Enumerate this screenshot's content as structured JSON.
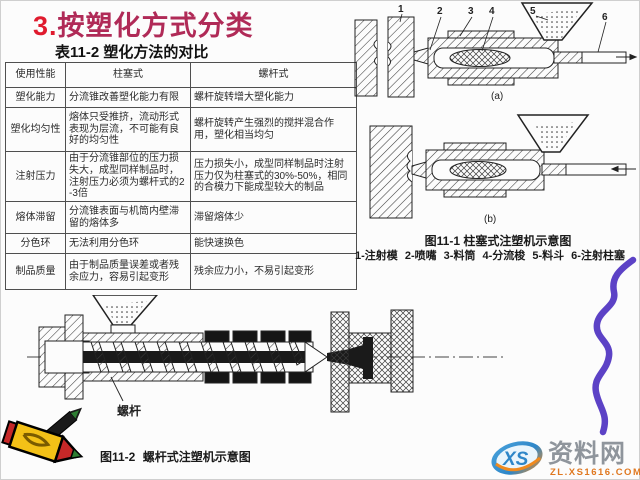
{
  "title": {
    "number": "3.",
    "text": "按塑化方式分类"
  },
  "table": {
    "caption": "表11-2 塑化方法的对比",
    "headers": [
      "使用性能",
      "柱塞式",
      "螺杆式"
    ],
    "rows": [
      [
        "塑化能力",
        "分流锥改善塑化能力有限",
        "螺杆旋转增大塑化能力"
      ],
      [
        "塑化均匀性",
        "熔体只受推挤，流动形式表现为层流，不可能有良好的均匀性",
        "螺杆旋转产生强烈的搅拌混合作用，塑化相当均匀"
      ],
      [
        "注射压力",
        "由于分流锥部位的压力损失大，成型同样制品时，注射压力必须为螺杆式的2-3倍",
        "压力损失小，成型同样制品时注射压力仅为柱塞式的30%-50%，相同的合模力下能成型较大的制品"
      ],
      [
        "熔体滞留",
        "分流锥表面与机筒内壁滞留的熔体多",
        "滞留熔体少"
      ],
      [
        "分色环",
        "无法利用分色环",
        "能快速换色"
      ],
      [
        "制品质量",
        "由于制品质量误差或者残余应力，容易引起变形",
        "残余应力小，不易引起变形"
      ]
    ]
  },
  "fig1": {
    "caption": "图11-1 柱塞式注塑机示意图",
    "parts": "1-注射模  2-喷嘴  3-料筒  4-分流梭  5-料斗  6-注射柱塞",
    "labels": [
      "1",
      "2",
      "3",
      "4",
      "5",
      "6"
    ],
    "sub_a": "(a)",
    "sub_b": "(b)"
  },
  "fig2": {
    "caption": "图11-2  螺杆式注塑机示意图",
    "screw_label": "螺杆"
  },
  "watermark": {
    "logo": "XS",
    "site": "资料网",
    "url": "ZL.XS1616.COM"
  },
  "colors": {
    "title_number": "#e01b2e",
    "title_text": "#b02a57",
    "watermark_url": "#e07820",
    "watermark_site": "#8f959c",
    "squiggle": "#4a2ec0"
  }
}
